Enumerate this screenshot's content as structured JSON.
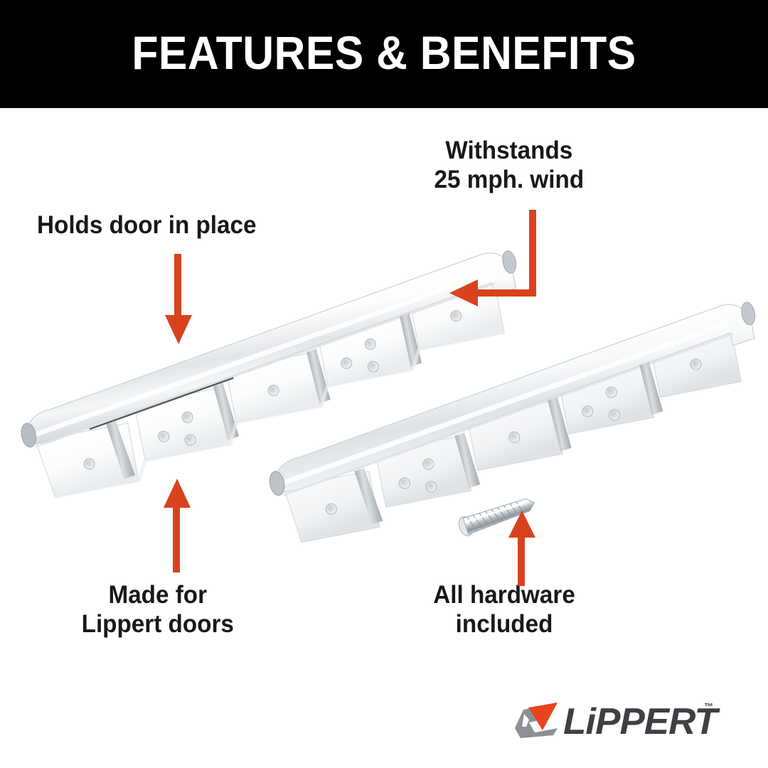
{
  "header": {
    "title": "FEATURES & BENEFITS",
    "background_color": "#000000",
    "text_color": "#FFFFFF"
  },
  "theme": {
    "accent_color": "#D8431D",
    "page_background": "#FFFFFF",
    "label_color": "#17181A",
    "logo_gray": "#8C9094",
    "logo_dark": "#3D4044"
  },
  "callouts": [
    {
      "id": "holds-door",
      "lines": [
        "Holds door in place"
      ],
      "arrow": "down-arrow",
      "points_at": "hinge-leaf-upper-left"
    },
    {
      "id": "withstands-wind",
      "lines": [
        "Withstands",
        "25 mph. wind"
      ],
      "arrow": "elbow-arrow-left",
      "points_at": "hinge-barrel-upper-right"
    },
    {
      "id": "made-for-lippert",
      "lines": [
        "Made for",
        "Lippert doors"
      ],
      "arrow": "up-arrow",
      "points_at": "hinge-flange-lower-left"
    },
    {
      "id": "all-hardware",
      "lines": [
        "All hardware",
        "included"
      ],
      "arrow": "up-arrow",
      "points_at": "mounting-screw"
    }
  ],
  "product": {
    "name": "White continuous piano hinge set for RV entry door",
    "finish": "White painted steel",
    "parts": [
      {
        "name": "hinge-upper",
        "leaf_count": 5,
        "hole_pattern": "alternating 1-hole and 3-hole flanges"
      },
      {
        "name": "hinge-lower",
        "leaf_count": 5,
        "hole_pattern": "alternating 1-hole and 3-hole flanges"
      },
      {
        "name": "mounting-screw",
        "finish": "zinc-plated chrome",
        "type": "pan head wood screw"
      }
    ]
  },
  "logo": {
    "wordmark": "LiPPERT",
    "trademark": "™",
    "mark_description": "gray chevron bracket with orange-red downward triangle"
  }
}
